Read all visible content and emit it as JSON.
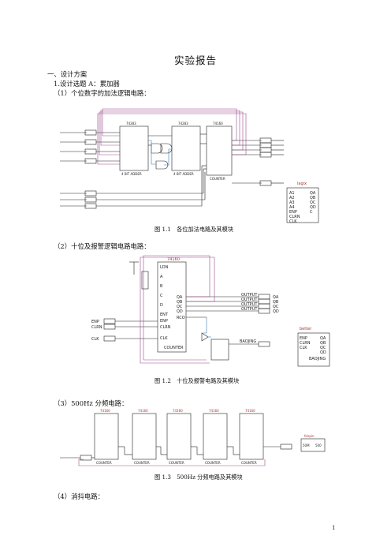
{
  "doc": {
    "title": "实验报告",
    "s1": "一、设计方案",
    "s2": "1.设计选题 A：累加器",
    "s3": "（1）个位数字的加法逻辑电路：",
    "fig1_caption": "图 1.1　各位加法电路及其模块",
    "s4": "（2）十位及报警逻辑电路电路：",
    "fig2_caption": "图 1.2　十位及报警电路及其模块",
    "s5": "（3）500Hz 分频电路：",
    "fig3_caption": "图 1.3　500Hz 分频电路及其模块",
    "s6": "（4）消抖电路：",
    "page_number": "1"
  },
  "fig1": {
    "chip1": "74283",
    "chip2": "74283",
    "chip3": "74160",
    "adder_label": "4 BIT ADDER",
    "counter_label": "COUNTER",
    "module_name": "lagix",
    "module_pins_left": [
      "A1",
      "A2",
      "A3",
      "A4",
      "ENP",
      "CLRN",
      "CLK"
    ],
    "module_pins_right": [
      "QA",
      "QB",
      "QC",
      "QD",
      "C"
    ]
  },
  "fig2": {
    "chip": "74160",
    "chip_pins_left": [
      "LDN",
      "A",
      "B",
      "C",
      "D",
      "ENT",
      "ENP",
      "CLRN",
      "CLK"
    ],
    "chip_pins_right": [
      "QA",
      "QB",
      "QC",
      "QD",
      "RCO"
    ],
    "chip_bottom": "COUNTER",
    "inputs": [
      "ENP",
      "CLRN",
      "CLK"
    ],
    "outputs": [
      "OUTPUT",
      "OUTPUT",
      "OUTPUT",
      "OUTPUT"
    ],
    "output_names": [
      "QA",
      "QB",
      "QC",
      "QD"
    ],
    "module_name": "better",
    "module_pins_left": [
      "ENP",
      "CLRN",
      "CLK"
    ],
    "module_pins_right": [
      "QA",
      "QB",
      "QC",
      "QD",
      "BAOJING"
    ],
    "baojing_out": "BAOJING"
  },
  "fig3": {
    "chip": "74160",
    "chip_bottom": "COUNTER",
    "module_name": "fenpin",
    "module_in": "50M",
    "module_out": "500"
  }
}
